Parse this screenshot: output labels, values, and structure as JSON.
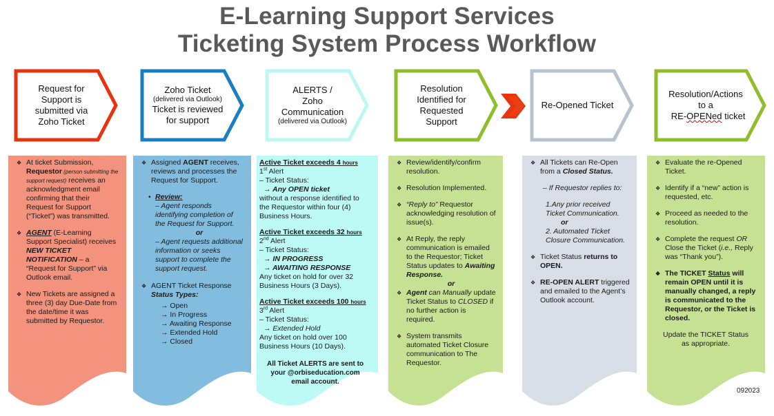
{
  "title": {
    "line1": "E-Learning Support Services",
    "line2": "Ticketing System Process Workflow"
  },
  "colors": {
    "step1_border": "#e8330f",
    "step2_border": "#1a7fc1",
    "step3_border": "#bdf7f5",
    "step4_border": "#8ebf2a",
    "step5_border": "#b8c2d0",
    "step6_border": "#8ebf2a",
    "red_arrow": "#e8330f",
    "panel1_fill": "#f3927d",
    "panel2_fill": "#82bde0",
    "panel3_fill": "#bdf9f5",
    "panel4_fill": "#c6e193",
    "panel5_fill": "#d9dee6",
    "panel6_fill": "#c6e193"
  },
  "steps": [
    {
      "lines": [
        "Request for",
        "Support is",
        "submitted via",
        "Zoho Ticket"
      ]
    },
    {
      "line1": "Zoho Ticket",
      "small": "(delivered via Outlook)",
      "line2": "Ticket is reviewed",
      "line3": "for support"
    },
    {
      "line1": "ALERTS /",
      "line2": "Zoho",
      "line3": "Communication",
      "small": "(delivered via Outlook)"
    },
    {
      "lines": [
        "Resolution",
        "Identified for",
        "Requested",
        "Support"
      ]
    },
    {
      "line1": "Re-Opened Ticket"
    },
    {
      "line1": "Resolution/Actions",
      "line2": "to a",
      "line3a": "RE-",
      "line3b": "OPENed",
      "line3c": " ticket"
    }
  ],
  "panel1": {
    "b1_a": "At ticket Submission, ",
    "b1_bold": "Requestor",
    "b1_small": " (person submitting the support request)",
    "b1_b": " receives an acknowledgment email confirming that their Request for Support (“Ticket”) was transmitted.",
    "b2_agent": "AGENT",
    "b2_a": " (E-Learning Support Specialist) receives ",
    "b2_bi": "NEW TICKET NOTIFICATION",
    "b2_b": " – a “Request for Support” via Outlook email.",
    "b3": "New Tickets are assigned a three (3) day Due-Date from the date/time it was submitted by Requestor."
  },
  "panel2": {
    "b1_a": "Assigned ",
    "b1_bold": "AGENT",
    "b1_b": " receives, reviews and processes the Request for Support.",
    "review_label": "Review:",
    "review_opt1": "– Agent responds identifying completion of the Request for Support.",
    "review_or": "or",
    "review_opt2": "– Agent requests additional information or seeks support to complete the support request.",
    "b2_a": "AGENT Ticket Response",
    "b2_bi": "Status Types:",
    "statuses": [
      "→ Open",
      "→ In Progress",
      "→ Awaiting Response",
      "→ Extended Hold",
      "→ Closed"
    ]
  },
  "panel3": {
    "alerts": [
      {
        "heading": "Active Ticket exceeds 4",
        "unit": "hours",
        "num": "1",
        "ord": "st",
        "alert": " Alert",
        "status_label": "– Ticket Status:",
        "statuses": [
          "→ Any OPEN ticket"
        ],
        "desc": "without a response identified to the Requestor within four (4) Business Hours."
      },
      {
        "heading": "Active Ticket exceeds 32",
        "unit": "hours",
        "num": "2",
        "ord": "nd",
        "alert": " Alert",
        "status_label": "– Ticket Status:",
        "statuses": [
          "→ IN PROGRESS",
          "→ AWAITING RESPONSE"
        ],
        "desc": "Any ticket on hold for over 32 Business Hours (3 Days)."
      },
      {
        "heading": "Active Ticket exceeds 100",
        "unit": "hours",
        "num": "3",
        "ord": "rd",
        "alert": "  Alert",
        "status_label": "– Ticket Status:",
        "statuses": [
          "→ Extended Hold"
        ],
        "desc": "Any ticket on hold over 100 Business Hours (10 Days)."
      }
    ],
    "footer": "All Ticket ALERTS are sent to your @orbiseducation.com email account."
  },
  "panel4": {
    "b1": "Review/identify/confirm resolution.",
    "b2": "Resolution Implemented.",
    "b3_it": "“Reply to”",
    "b3": " Requestor acknowledging resolution of issue(s).",
    "b4_a": "At Reply, the reply communication is emailed to the Requestor; Ticket Status updates to ",
    "b4_bi": "Awaiting Response.",
    "or": "or",
    "b5_agent": "Agent",
    "b5_it": " can Manually",
    "b5_a": " update Ticket Status to ",
    "b5_closed": "CLOSED",
    "b5_b": " if no further action is required.",
    "b6": "System transmits automated Ticket Closure communication to The Requestor."
  },
  "panel5": {
    "b1_a": "All Tickets can Re-Open from a ",
    "b1_bi": "Closed Status.",
    "if_line": "– If Requestor replies to:",
    "opt1": "1.Any prior received Ticket Communication.",
    "or": "or",
    "opt2": "2. Automated Ticket Closure Communication.",
    "b2_a": "Ticket Status ",
    "b2_bold": "returns to OPEN.",
    "b3_bold": "RE-OPEN ALERT",
    "b3_a": " triggered and emailed to the Agent’s Outlook account."
  },
  "panel6": {
    "b1": "Evaluate the re-Opened Ticket.",
    "b2": "Identify if a “new” action is requested, etc.",
    "b3": "Proceed as needed to the resolution.",
    "b4_a": "Complete the request ",
    "b4_or": "OR",
    "b4_b": " Close the Ticket (",
    "b4_ie": "i.e.,",
    "b4_c": " Reply was “Thank you”).",
    "b5_a": "The TICKET ",
    "b5_u": "Status",
    "b5_b": " will remain OPEN until it is manually changed, a reply is communicated to the Requestor, or the Ticket is closed.",
    "footer": "Update the TICKET Status as appropriate."
  },
  "version": "092023"
}
